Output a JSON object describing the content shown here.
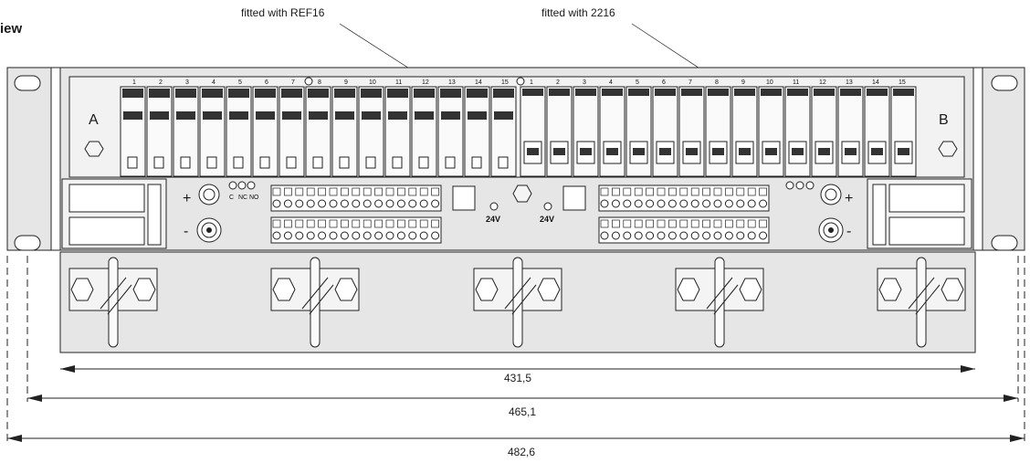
{
  "heading": "iew",
  "callouts": {
    "left": "fitted with REF16",
    "right": "fitted with 2216"
  },
  "dimensions": {
    "inner": "431,5",
    "middle": "465,1",
    "outer": "482,6"
  },
  "panel_labels": {
    "a": "A",
    "b": "B",
    "voltage_left": "24V",
    "voltage_right": "24V"
  },
  "module_numbers": {
    "left_group": [
      "1",
      "2",
      "3",
      "4",
      "5",
      "6",
      "7",
      "8",
      "9",
      "10",
      "11",
      "12",
      "13",
      "14",
      "15"
    ],
    "right_group": [
      "1",
      "2",
      "3",
      "4",
      "5",
      "6",
      "7",
      "8",
      "9",
      "10",
      "11",
      "12",
      "13",
      "14",
      "15"
    ]
  },
  "relay_terminals": [
    "C",
    "NC",
    "NO"
  ]
}
